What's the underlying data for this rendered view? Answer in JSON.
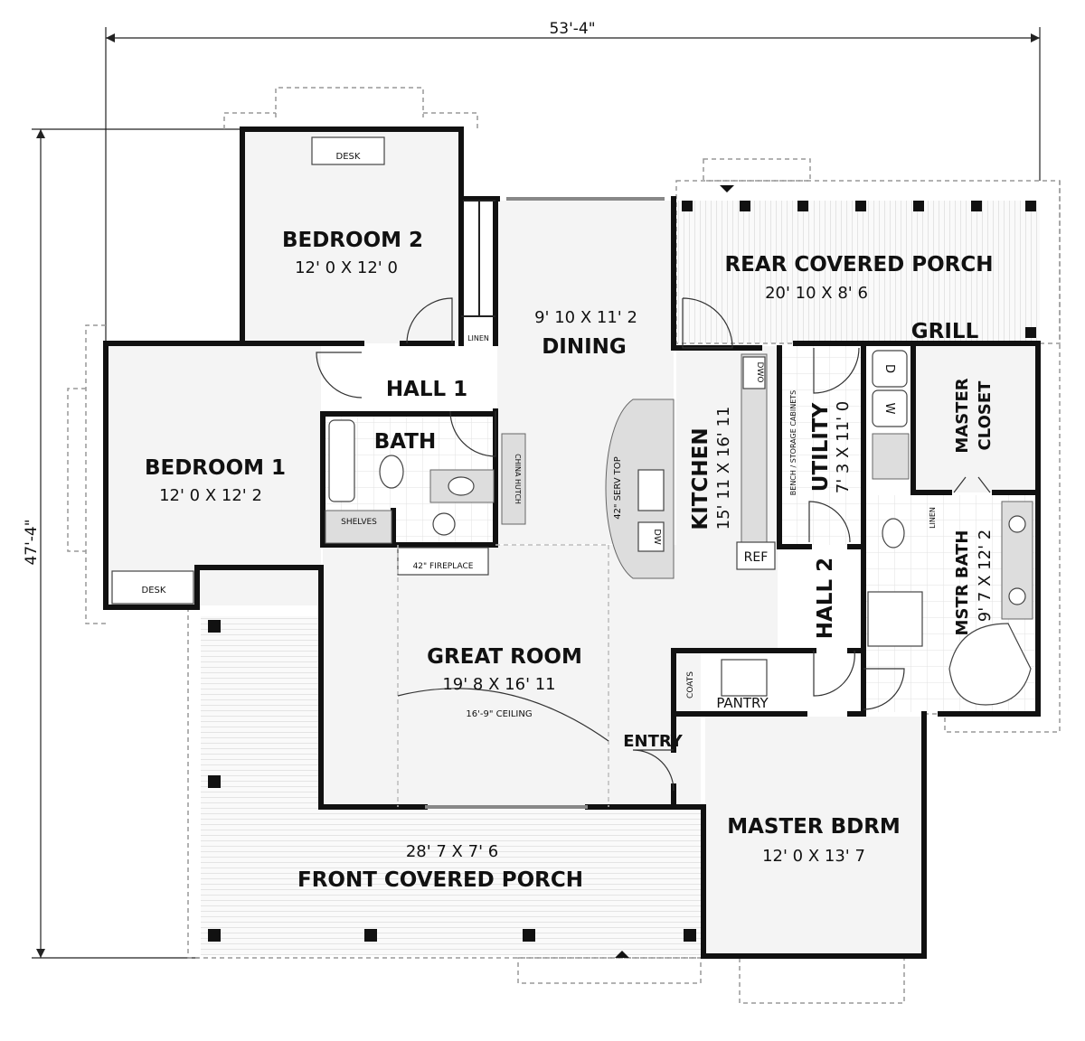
{
  "dimensions": {
    "width": "53'-4\"",
    "depth": "47'-4\""
  },
  "rooms": {
    "bedroom2": {
      "name": "BEDROOM 2",
      "size": "12' 0 X 12' 0",
      "desk": "DESK"
    },
    "bedroom1": {
      "name": "BEDROOM 1",
      "size": "12' 0 X 12' 2",
      "desk": "DESK"
    },
    "hall1": {
      "name": "HALL 1"
    },
    "bath": {
      "name": "BATH"
    },
    "linen1": "LINEN",
    "shelves": "SHELVES",
    "fireplace": "42\" FIREPLACE",
    "china_hutch": "CHINA HUTCH",
    "dining": {
      "name": "DINING",
      "size": "9' 10 X 11' 2"
    },
    "serv_top": "42\" SERV TOP",
    "dw": "DW",
    "dwo": "DWO",
    "kitchen": {
      "name": "KITCHEN",
      "size": "15' 11 X 16' 11",
      "ref": "REF"
    },
    "bench": "BENCH / STORAGE CABINETS",
    "utility": {
      "name": "UTILITY",
      "size": "7' 3 X 11' 0",
      "dryer": "D",
      "washer": "W"
    },
    "master_closet": {
      "line1": "MASTER",
      "line2": "CLOSET"
    },
    "linen2": "LINEN",
    "mstr_bath": {
      "name": "MSTR BATH",
      "size": "9' 7 X 12' 2"
    },
    "hall2": {
      "name": "HALL 2"
    },
    "rear_porch": {
      "name": "REAR COVERED PORCH",
      "size": "20' 10 X 8' 6",
      "grill": "GRILL"
    },
    "great_room": {
      "name": "GREAT ROOM",
      "size": "19' 8 X 16' 11",
      "ceiling": "16'-9\" CEILING"
    },
    "coats": "COATS",
    "pantry": "PANTRY",
    "entry": "ENTRY",
    "master_bdrm": {
      "name": "MASTER BDRM",
      "size": "12' 0 X 13' 7"
    },
    "front_porch": {
      "name": "FRONT COVERED PORCH",
      "size": "28' 7 X 7' 6"
    }
  }
}
